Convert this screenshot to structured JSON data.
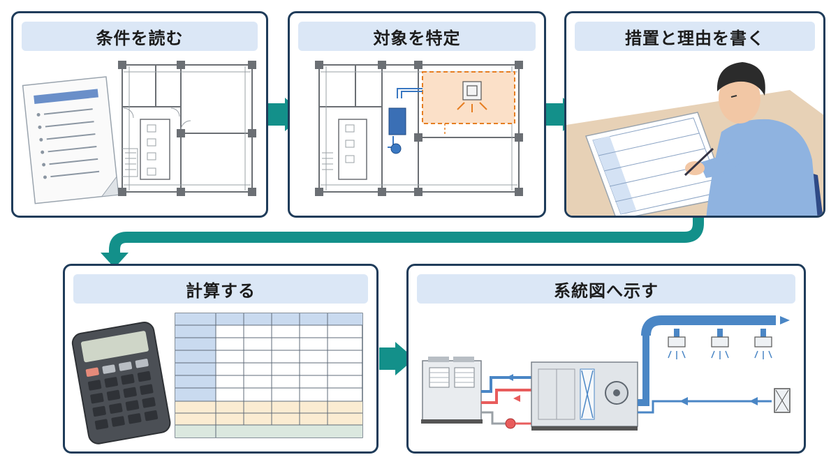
{
  "steps": [
    {
      "title": "条件を読む",
      "icon": "document-with-floor-plan"
    },
    {
      "title": "対象を特定",
      "icon": "floor-plan-with-highlighted-area"
    },
    {
      "title": "措置と理由を書く",
      "icon": "person-writing"
    },
    {
      "title": "計算する",
      "icon": "calculator-with-spreadsheet"
    },
    {
      "title": "系統図へ示す",
      "icon": "hvac-system-diagram"
    }
  ],
  "colors": {
    "panel_border": "#1f3c5a",
    "title_bg": "#dbe7f6",
    "flow_arrow": "#13908a",
    "highlight": "#e67e22",
    "duct": "#4a86c5",
    "hot_pipe": "#e85c5c"
  }
}
